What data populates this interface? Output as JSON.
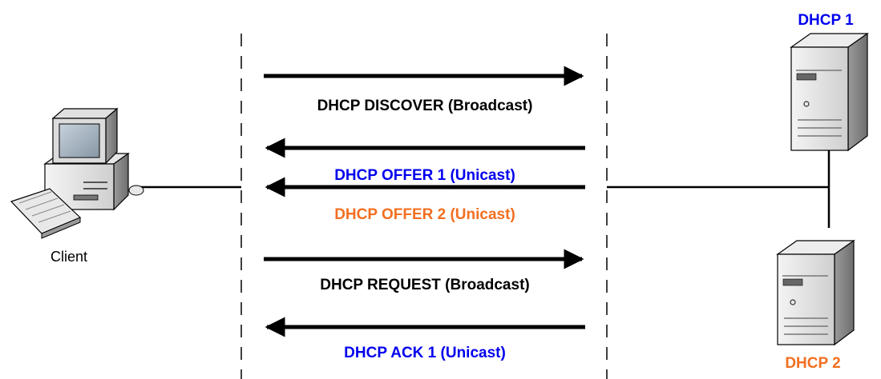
{
  "colors": {
    "black": "#000000",
    "blue": "#0000ee",
    "orange": "#f26f21",
    "device_light": "#eeeeee",
    "device_mid": "#c8c8c8",
    "device_dark": "#8a8a8a",
    "screen": "#9aaab8"
  },
  "nodes": {
    "client": {
      "label": "Client",
      "icon": "desktop-computer-icon"
    },
    "server1": {
      "label": "DHCP 1",
      "color": "#0000ee",
      "icon": "server-tower-icon"
    },
    "server2": {
      "label": "DHCP 2",
      "color": "#f26f21",
      "icon": "server-tower-icon"
    }
  },
  "messages": [
    {
      "label": "DHCP DISCOVER (Broadcast)",
      "direction": "to-server",
      "color": "#000000"
    },
    {
      "label": "DHCP OFFER 1 (Unicast)",
      "direction": "to-client",
      "color": "#0000ee"
    },
    {
      "label": "DHCP OFFER 2 (Unicast)",
      "direction": "to-client",
      "color": "#f26f21"
    },
    {
      "label": "DHCP REQUEST (Broadcast)",
      "direction": "to-server",
      "color": "#000000"
    },
    {
      "label": "DHCP ACK 1 (Unicast)",
      "direction": "to-client",
      "color": "#0000ee"
    }
  ]
}
